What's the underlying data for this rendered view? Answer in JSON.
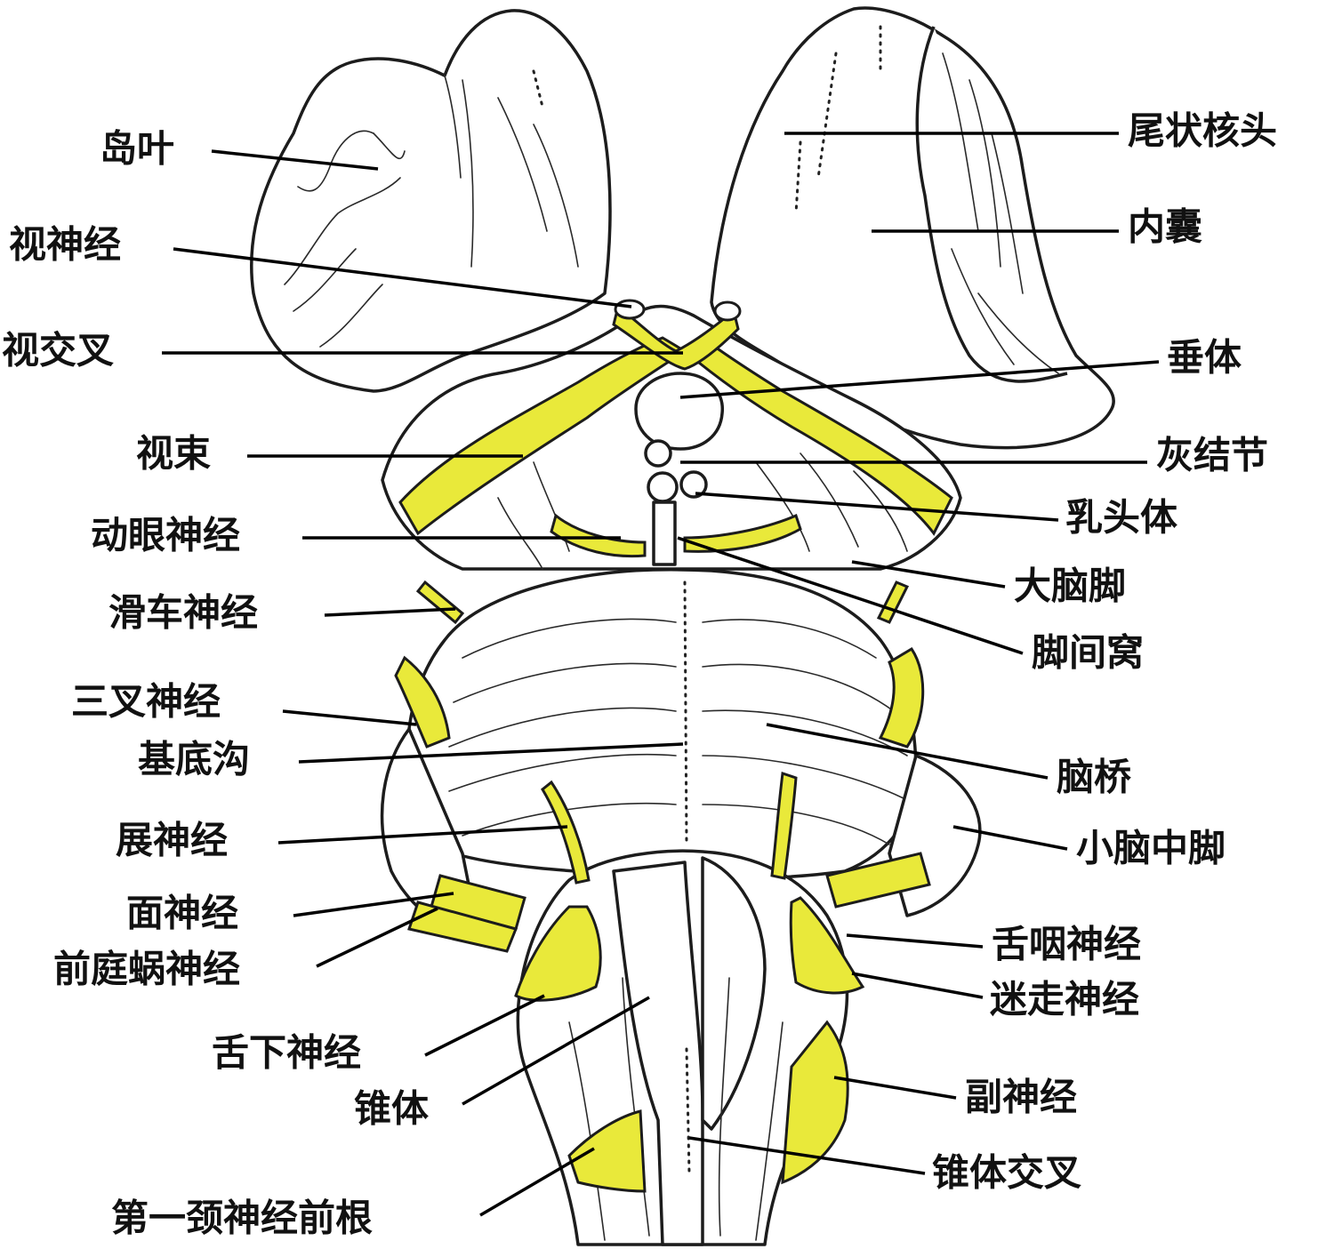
{
  "colors": {
    "nerve_yellow": "#e9e93a",
    "outline": "#1c1c1c",
    "background": "#ffffff",
    "leader": "#000000"
  },
  "labels": {
    "insula": "岛叶",
    "optic_nerve": "视神经",
    "optic_chiasm": "视交叉",
    "optic_tract": "视束",
    "oculomotor_nerve": "动眼神经",
    "trochlear_nerve": "滑车神经",
    "trigeminal_nerve": "三叉神经",
    "basilar_sulcus": "基底沟",
    "abducens_nerve": "展神经",
    "facial_nerve": "面神经",
    "vestibulocochlear_nerve": "前庭蜗神经",
    "hypoglossal_nerve": "舌下神经",
    "pyramid": "锥体",
    "first_cervical_root": "第一颈神经前根",
    "caudate_head": "尾状核头",
    "internal_capsule": "内囊",
    "hypophysis": "垂体",
    "tuber_cinereum": "灰结节",
    "mammillary_body": "乳头体",
    "cerebral_peduncle": "大脑脚",
    "interpeduncular_fossa": "脚间窝",
    "pons": "脑桥",
    "middle_cerebellar_peduncle": "小脑中脚",
    "glossopharyngeal_nerve": "舌咽神经",
    "vagus_nerve": "迷走神经",
    "accessory_nerve": "副神经",
    "pyramidal_decussation": "锥体交叉"
  }
}
